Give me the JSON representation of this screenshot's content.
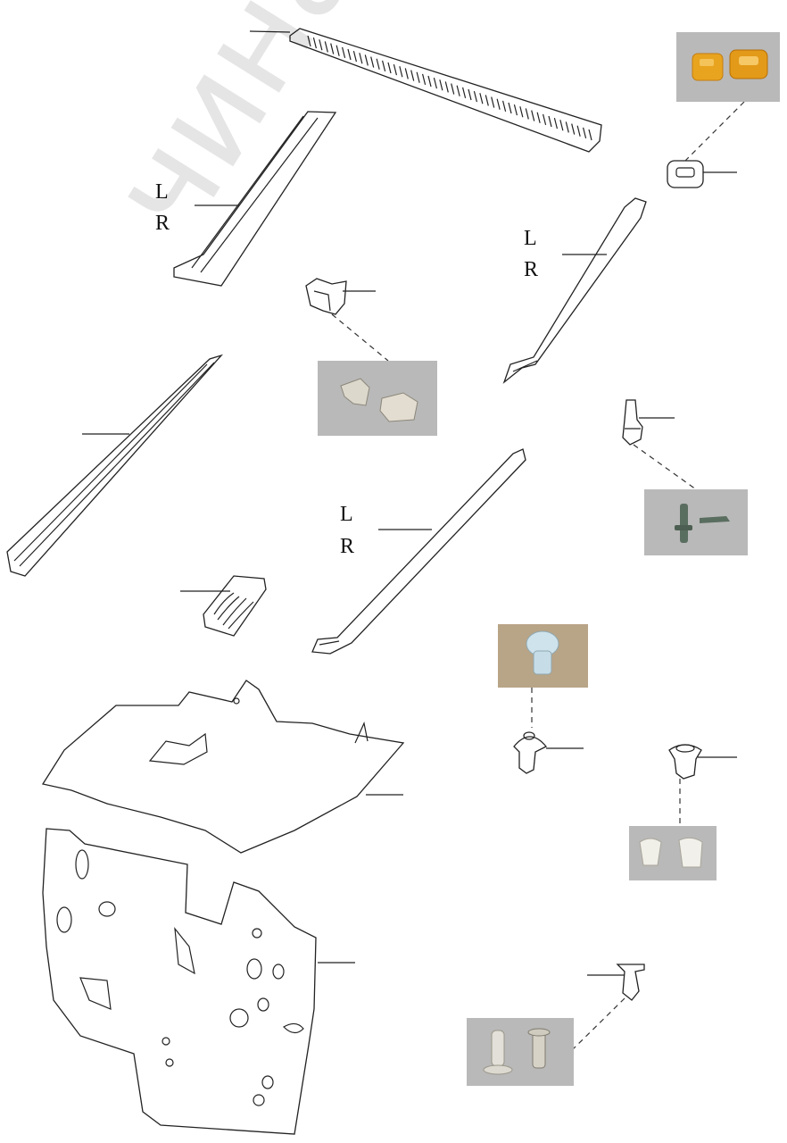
{
  "labels": {
    "side_l": "L",
    "side_r": "R"
  },
  "watermark": "чинамобил.рф",
  "colors": {
    "line": "#222222",
    "photo_grey": "#b9b9b9",
    "clip_orange": "#e6a421",
    "clip_green": "#5a6e60"
  }
}
